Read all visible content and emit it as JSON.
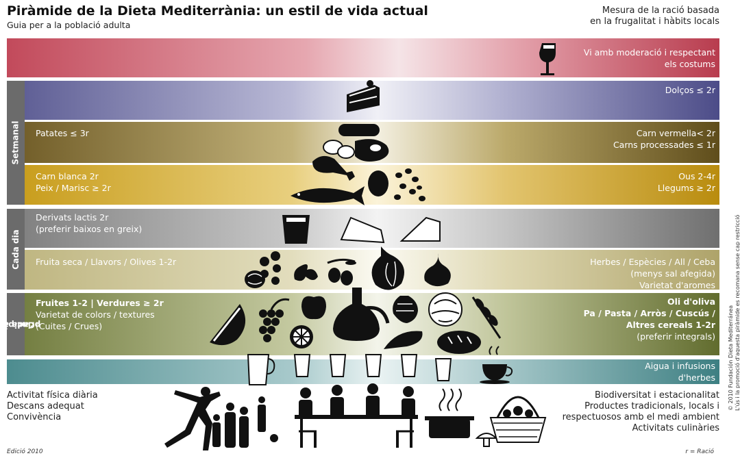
{
  "header": {
    "title": "Piràmide de la Dieta Mediterrània: un estil de vida actual",
    "subtitle": "Guia per a la població adulta",
    "right_line1": "Mesura de la ració basada",
    "right_line2": "en la frugalitat i hàbits locals"
  },
  "side_labels": {
    "weekly": "Setmanal",
    "daily": "Cada dia",
    "meal_line1": "Cada àpat",
    "meal_line2": "principal"
  },
  "bands": {
    "wine": {
      "right1": "Vi amb moderació i respectant",
      "right2": "els costums"
    },
    "sweets": {
      "right": "Dolços ≤ 2r"
    },
    "meat": {
      "left": "Patates ≤ 3r",
      "right1": "Carn vermella< 2r",
      "right2": "Carns processades ≤ 1r"
    },
    "white_meat": {
      "left1": "Carn blanca 2r",
      "left2": "Peix / Marisc ≥ 2r",
      "right1": "Ous 2-4r",
      "right2": "Llegums ≥ 2r"
    },
    "dairy": {
      "left1": "Derivats lactis 2r",
      "left2": "(preferir baixos en greix)"
    },
    "nuts": {
      "left": "Fruita seca / Llavors / Olives 1-2r",
      "right1": "Herbes / Espècies / All / Ceba",
      "right2": "(menys sal afegida)",
      "right3": "Varietat d'aromes"
    },
    "main": {
      "left1": "Fruites 1-2 | Verdures ≥ 2r",
      "left2": "Varietat de colors / textures",
      "left3": "(Cuites / Crues)",
      "right1": "Oli d'oliva",
      "right2": "Pa / Pasta / Arròs / Cuscús /",
      "right3": "Altres cereals 1-2r",
      "right4": "(preferir integrals)"
    },
    "water": {
      "right1": "Aigua i infusions",
      "right2": "d'herbes"
    }
  },
  "bottom": {
    "left1": "Activitat física diària",
    "left2": "Descans adequat",
    "left3": "Convivència",
    "right1": "Biodiversitat i estacionalitat",
    "right2": "Productes tradicionals, locals i",
    "right3": "respectuosos amb el medi ambient",
    "right4": "Activitats culinàries"
  },
  "footer": {
    "edition": "Edició 2010",
    "legend": "r = Ració",
    "copyright1": "© 2010 Fundación Dieta Mediterránea",
    "copyright2": "L'ús i la promoció d'aquesta piràmide es recomana sense cap restricció"
  },
  "colors": {
    "wine": "#c24a5b",
    "sweets": "#5a5a92",
    "meat": "#6e5a25",
    "white_meat": "#c79b18",
    "dairy": "#7d7d7d",
    "nuts": "#bdb47e",
    "main": "#6f7a3c",
    "water": "#4d8c8f"
  }
}
